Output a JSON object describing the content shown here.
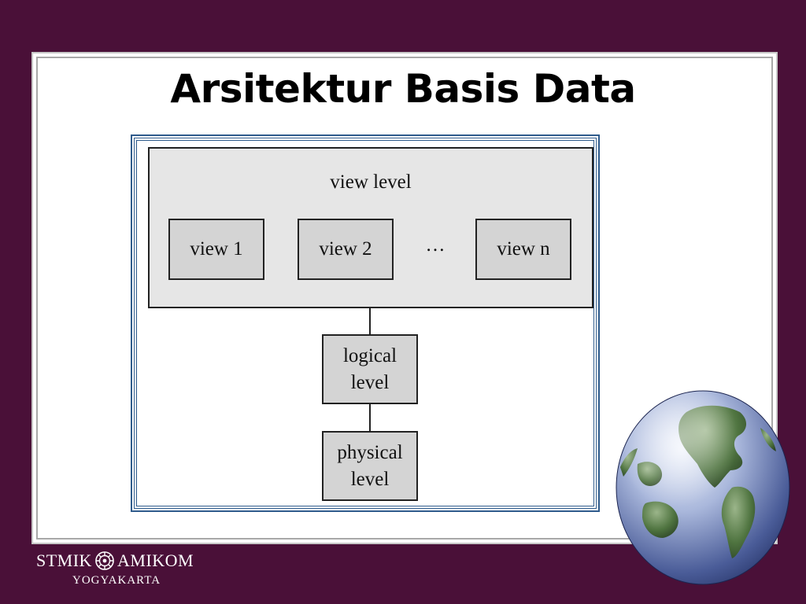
{
  "slide": {
    "title": "Arsitektur Basis Data"
  },
  "diagram": {
    "view_level": {
      "label": "view level",
      "views": [
        "view 1",
        "view 2",
        "view n"
      ],
      "ellipsis": "…"
    },
    "logical_level": {
      "label": "logical\nlevel"
    },
    "physical_level": {
      "label": "physical\nlevel"
    }
  },
  "logo": {
    "left_text": "STMIK",
    "right_text": "AMIKOM",
    "city": "YOGYAKARTA"
  },
  "colors": {
    "background": "#4a1038",
    "frame_border": "#2f5b8c",
    "view_level_fill": "#e6e6e6",
    "box_fill": "#d4d4d4"
  },
  "icons": {
    "globe": "globe-icon",
    "logo_seal": "amikom-seal-icon"
  }
}
